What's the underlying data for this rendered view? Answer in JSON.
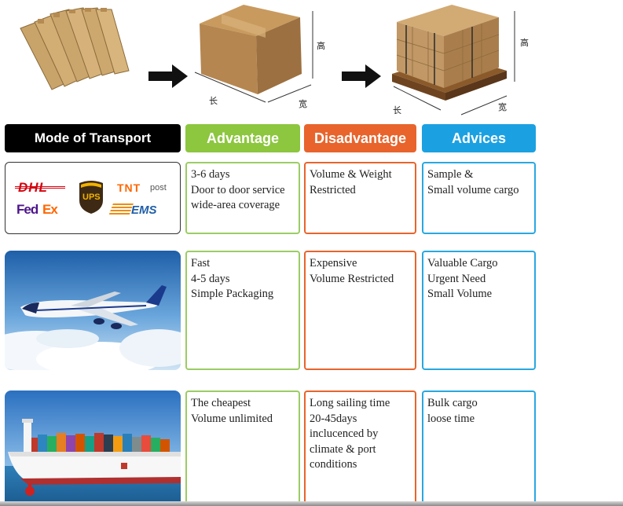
{
  "illustration": {
    "dimension_labels": {
      "height": "高",
      "length": "长",
      "width": "宽"
    }
  },
  "headers": {
    "mode": "Mode of Transport",
    "advantage": "Advantage",
    "disadvantage": "Disadvantage",
    "advices": "Advices"
  },
  "colors": {
    "advantage": "#8dc63f",
    "disadvantage": "#e8642c",
    "advices": "#1ba1e2",
    "mode": "#000000"
  },
  "courier_logos": {
    "dhl": "DHL",
    "ups": "UPS",
    "tnt": "TNT",
    "post": "post",
    "fedex_fed": "Fed",
    "fedex_ex": "Ex",
    "ems": "EMS"
  },
  "rows": [
    {
      "mode": "express-courier",
      "advantage": [
        "3-6 days",
        "Door to door service",
        "wide-area coverage"
      ],
      "disadvantage": [
        "Volume & Weight",
        "Restricted"
      ],
      "advices": [
        "Sample &",
        "Small volume cargo"
      ]
    },
    {
      "mode": "air-freight",
      "advantage": [
        "Fast",
        "4-5 days",
        "Simple Packaging"
      ],
      "disadvantage": [
        "Expensive",
        "Volume Restricted"
      ],
      "advices": [
        "Valuable Cargo",
        "Urgent Need",
        "Small Volume"
      ]
    },
    {
      "mode": "sea-freight",
      "advantage": [
        "The cheapest",
        "Volume unlimited"
      ],
      "disadvantage": [
        "Long sailing time",
        "20-45days",
        "inclucenced by",
        "climate & port",
        "conditions"
      ],
      "advices": [
        "Bulk cargo",
        "loose time"
      ]
    }
  ]
}
